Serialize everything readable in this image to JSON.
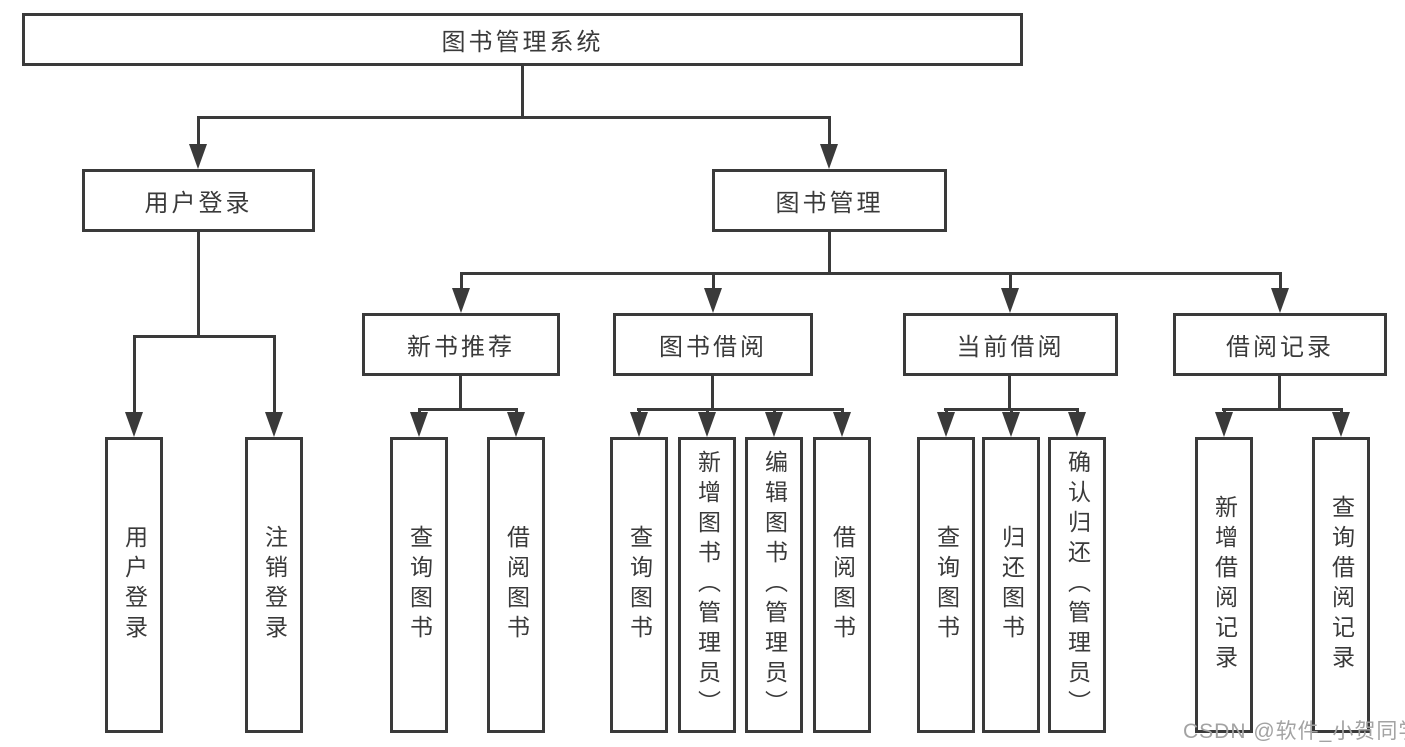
{
  "diagram": {
    "root": {
      "label": "图书管理系统",
      "children": [
        {
          "label": "用户登录",
          "children": [
            {
              "label": "用户登录"
            },
            {
              "label": "注销登录"
            }
          ]
        },
        {
          "label": "图书管理",
          "children": [
            {
              "label": "新书推荐",
              "children": [
                {
                  "label": "查询图书"
                },
                {
                  "label": "借阅图书"
                }
              ]
            },
            {
              "label": "图书借阅",
              "children": [
                {
                  "label": "查询图书"
                },
                {
                  "label": "新增图书（管理员）"
                },
                {
                  "label": "编辑图书（管理员）"
                },
                {
                  "label": "借阅图书"
                }
              ]
            },
            {
              "label": "当前借阅",
              "children": [
                {
                  "label": "查询图书"
                },
                {
                  "label": "归还图书"
                },
                {
                  "label": "确认归还（管理员）"
                }
              ]
            },
            {
              "label": "借阅记录",
              "children": [
                {
                  "label": "新增借阅记录"
                },
                {
                  "label": "查询借阅记录"
                }
              ]
            }
          ]
        }
      ]
    }
  },
  "watermark": {
    "text": "CSDN @软件_小贺同学"
  },
  "colors": {
    "line": "#3a3a3a",
    "text": "#3a3a3a",
    "watermark": "#a3a3a3",
    "background": "#ffffff"
  }
}
